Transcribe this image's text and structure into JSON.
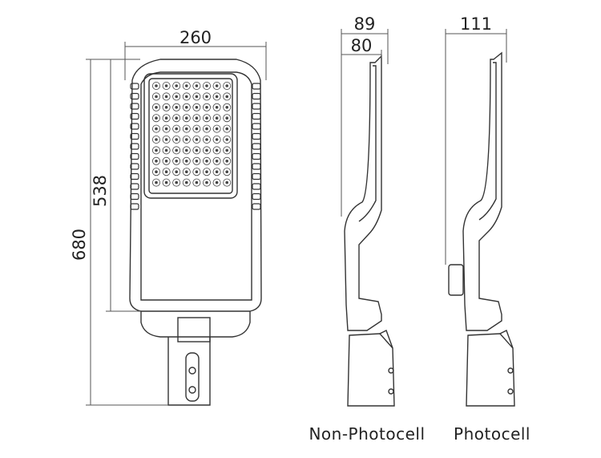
{
  "front_view": {
    "width_label": "260",
    "body_height_label": "538",
    "total_height_label": "680"
  },
  "side_view_non_photocell": {
    "width_label": "89",
    "body_width_label": "80",
    "caption": "Non-Photocell"
  },
  "side_view_photocell": {
    "width_label": "111",
    "caption": "Photocell"
  },
  "colors": {
    "line": "#333333",
    "dim_line": "#555555",
    "background": "#ffffff"
  }
}
